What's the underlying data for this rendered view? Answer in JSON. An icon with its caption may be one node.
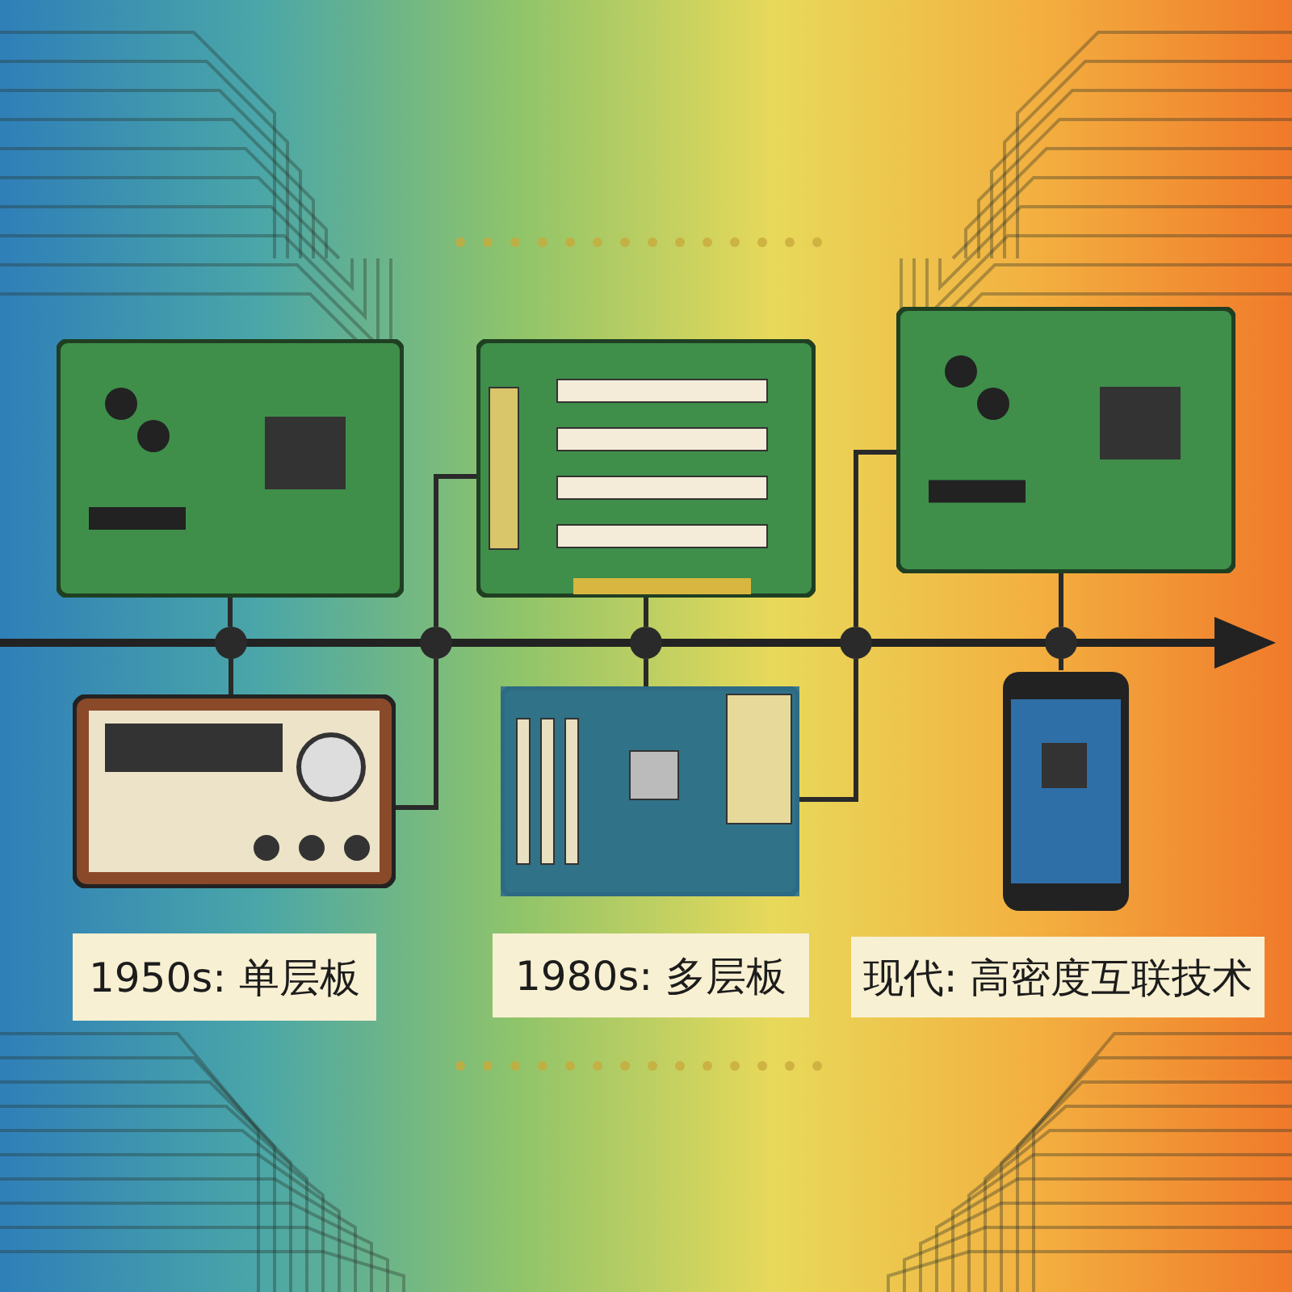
{
  "diagram": {
    "nodes": [
      {
        "text": [
          "1950s: 单层板"
        ]
      },
      {
        "text": [
          "1980s: 多层板"
        ]
      },
      {
        "text": [
          "现代: 高密度互联技术"
        ]
      },
      {
        "text": [],
        "shape": "picture"
      },
      {
        "text": [],
        "shape": "picture"
      },
      {
        "text": [],
        "shape": "picture"
      },
      {
        "text": [],
        "shape": "picture"
      },
      {
        "text": [],
        "shape": "picture"
      },
      {
        "text": [],
        "shape": "picture"
      },
      {
        "text": [],
        "shape": "circle"
      },
      {
        "text": [],
        "shape": "circle"
      },
      {
        "text": [],
        "shape": "circle"
      },
      {
        "text": [],
        "shape": "circle"
      },
      {
        "text": [],
        "shape": "circle"
      }
    ],
    "edges": [
      {
        "from": 3,
        "to": 9,
        "arrow": "none"
      },
      {
        "from": 9,
        "to": 4,
        "arrow": "none"
      },
      {
        "from": 10,
        "to": 5,
        "arrow": "none"
      },
      {
        "from": 10,
        "to": 4,
        "arrow": "none"
      },
      {
        "from": 11,
        "to": 5,
        "arrow": "none"
      },
      {
        "from": 11,
        "to": 6,
        "arrow": "none"
      },
      {
        "from": 12,
        "to": 7,
        "arrow": "none"
      },
      {
        "from": 12,
        "to": 6,
        "arrow": "none"
      },
      {
        "from": 13,
        "to": 7,
        "arrow": "none"
      },
      {
        "from": 13,
        "to": 8,
        "arrow": "none"
      }
    ]
  }
}
